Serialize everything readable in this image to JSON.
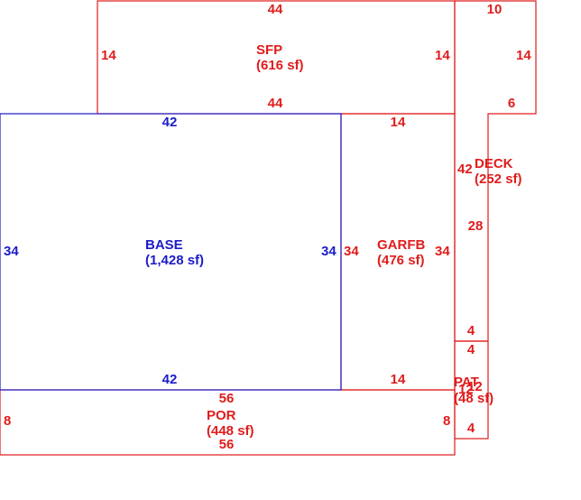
{
  "colors": {
    "base": "#1c1cc8",
    "other": "#e01c1c",
    "background": "#ffffff"
  },
  "areas": {
    "sfp": {
      "name": "SFP",
      "size": "(616 sf)"
    },
    "base": {
      "name": "BASE",
      "size": "(1,428 sf)"
    },
    "garfb": {
      "name": "GARFB",
      "size": "(476 sf)"
    },
    "deck": {
      "name": "DECK",
      "size": "(252 sf)"
    },
    "por": {
      "name": "POR",
      "size": "(448 sf)"
    },
    "pat": {
      "name": "PAT",
      "size": "(48 sf)"
    }
  },
  "dims": {
    "sfp_top": "44",
    "sfp_left": "14",
    "sfp_right": "14",
    "sfp_bottom": "44",
    "base_top": "42",
    "base_left": "34",
    "base_right": "34",
    "base_bottom": "42",
    "garfb_top": "14",
    "garfb_left": "34",
    "garfb_right": "34",
    "garfb_bottom": "14",
    "deck_top": "10",
    "deck_right_upper": "14",
    "deck_step": "6",
    "deck_left": "42",
    "deck_right_lower": "28",
    "deck_bottom": "4",
    "pat_top": "4",
    "pat_left": "12",
    "pat_right": "12",
    "pat_bottom": "4",
    "por_top": "56",
    "por_left": "8",
    "por_right": "8",
    "por_bottom": "56"
  }
}
